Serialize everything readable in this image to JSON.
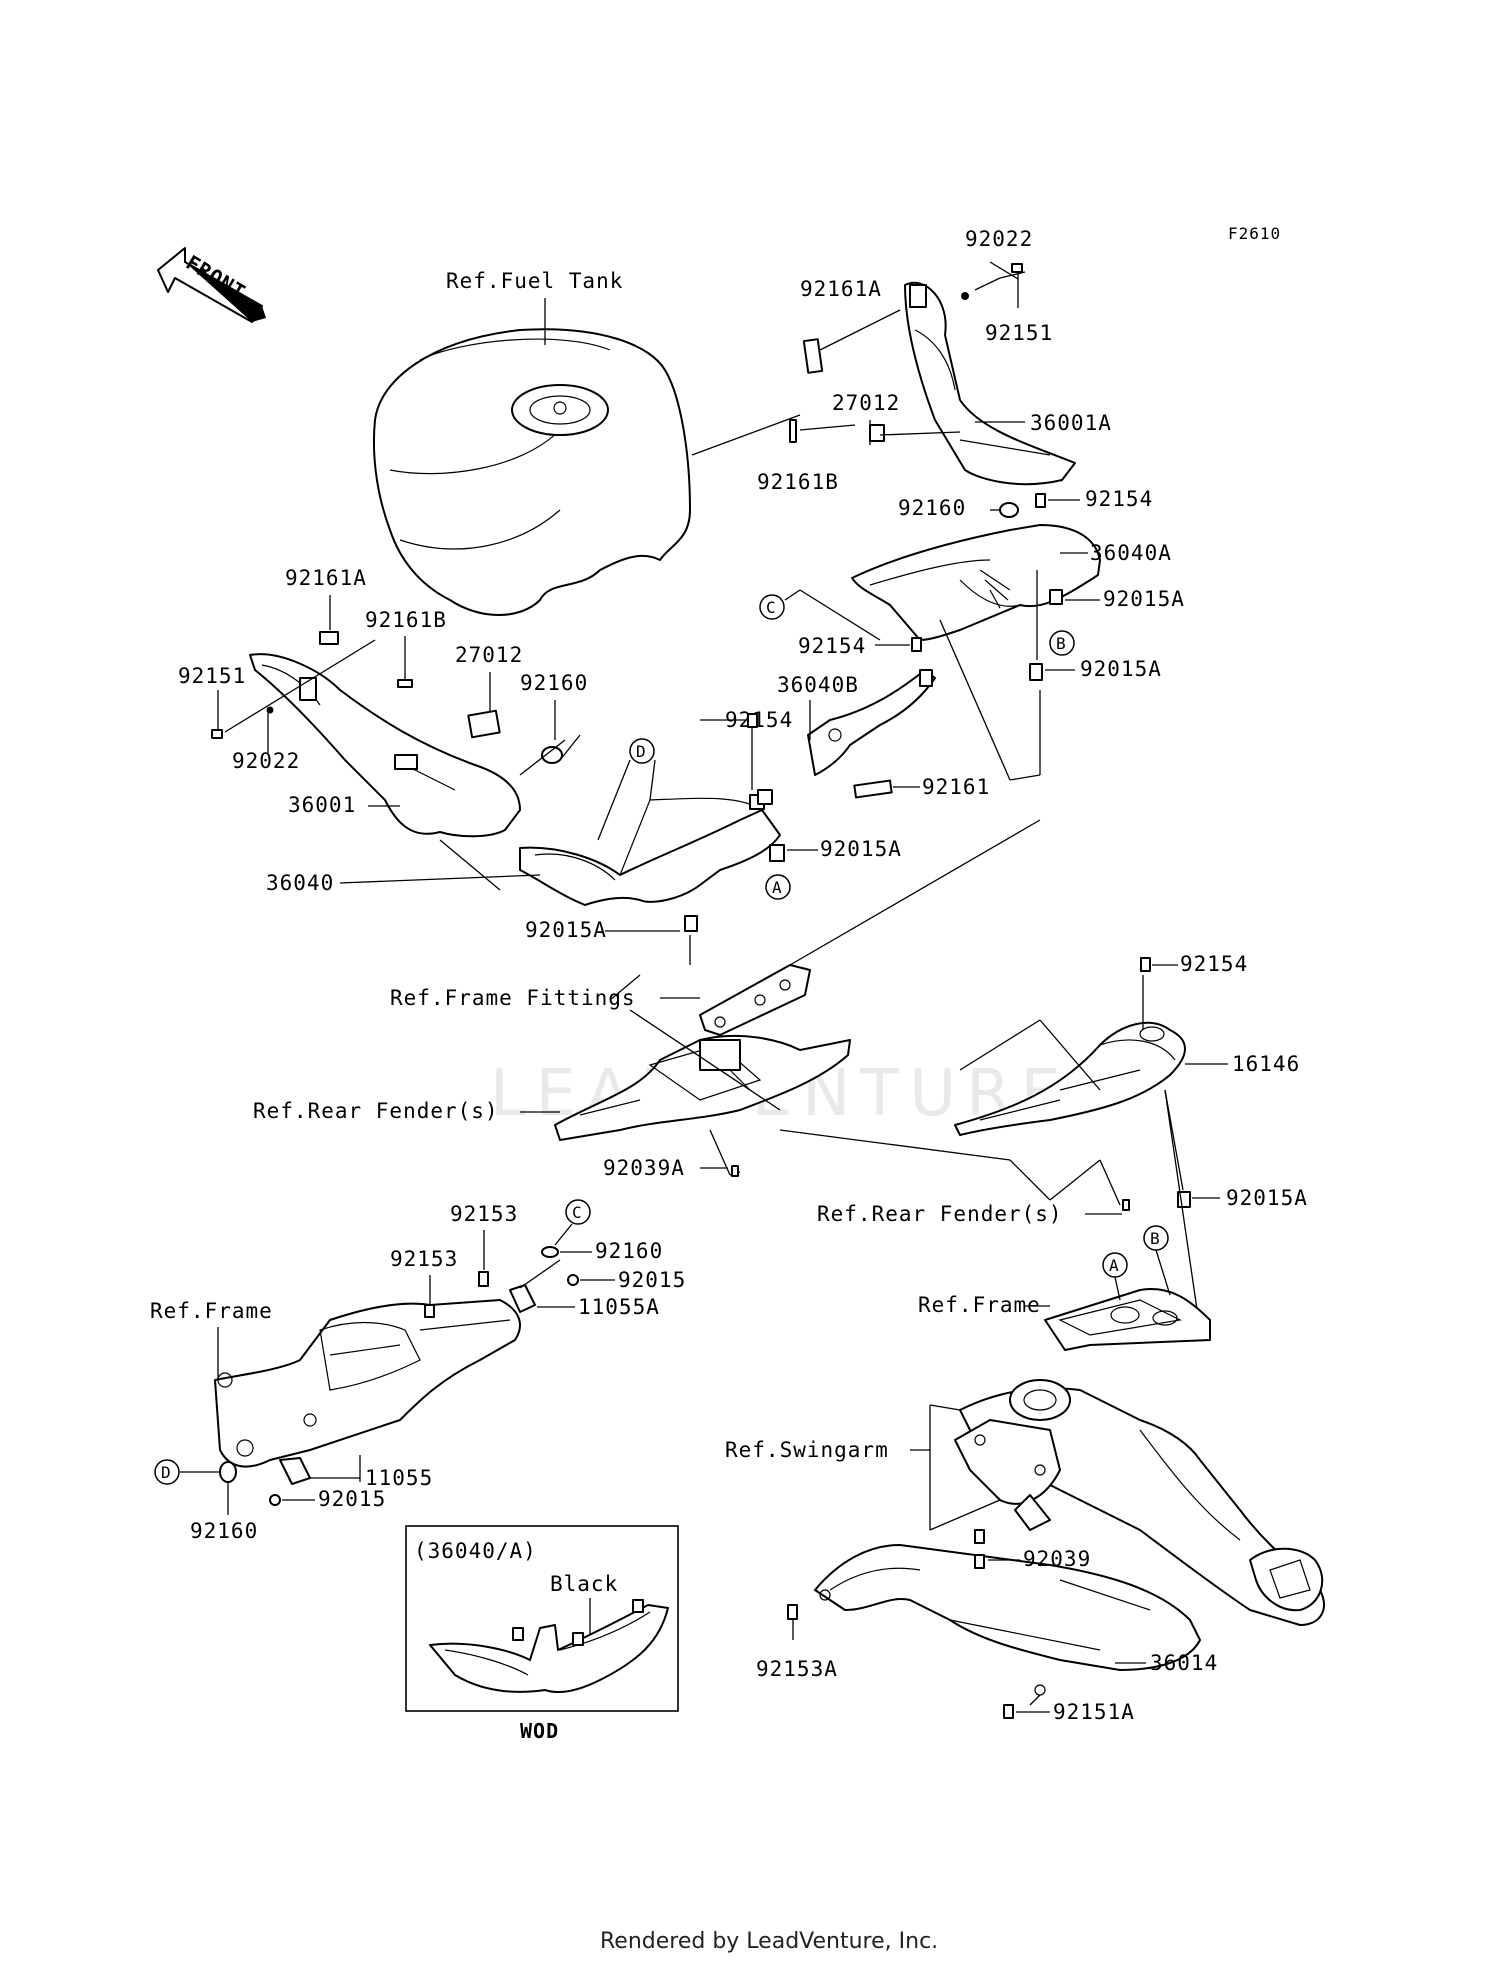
{
  "figure_code": "F2610",
  "front_label": "FRONT",
  "watermark": "LEADVENTURE",
  "footer": "Rendered by LeadVenture, Inc.",
  "refs": {
    "fuel_tank": "Ref.Fuel Tank",
    "frame_fittings": "Ref.Frame Fittings",
    "rear_fender_left": "Ref.Rear Fender(s)",
    "rear_fender_right": "Ref.Rear Fender(s)",
    "frame_left": "Ref.Frame",
    "frame_right": "Ref.Frame",
    "swingarm": "Ref.Swingarm"
  },
  "parts": {
    "p92022_top": "92022",
    "p92161A_top": "92161A",
    "p92151_top": "92151",
    "p27012_top": "27012",
    "p36001A": "36001A",
    "p92161B_top": "92161B",
    "p92160_top": "92160",
    "p92154_top": "92154",
    "p36040A": "36040A",
    "p92015A_1": "92015A",
    "p92154_c": "92154",
    "p92015A_2": "92015A",
    "p36040B": "36040B",
    "p92154_mid": "92154",
    "p92161": "92161",
    "p92015A_3": "92015A",
    "p92161A_left": "92161A",
    "p92161B_left": "92161B",
    "p27012_left": "27012",
    "p92160_left": "92160",
    "p92151_left": "92151",
    "p92022_left": "92022",
    "p36001": "36001",
    "p36040": "36040",
    "p92015A_4": "92015A",
    "p92154_right": "92154",
    "p16146": "16146",
    "p92039A": "92039A",
    "p92015A_5": "92015A",
    "p92153_a": "92153",
    "p92153_b": "92153",
    "p92160_c": "92160",
    "p92015": "92015",
    "p11055A": "11055A",
    "p11055": "11055",
    "p92015_b": "92015",
    "p92160_d": "92160",
    "p92039": "92039",
    "p92153A": "92153A",
    "p36014": "36014",
    "p92151A": "92151A"
  },
  "markers": {
    "A_mid": "A",
    "B_top": "B",
    "C_top": "C",
    "D_mid": "D",
    "C_bottom": "C",
    "D_bottom": "D",
    "A_right": "A",
    "B_right": "B"
  },
  "inset": {
    "code": "(36040/A)",
    "color": "Black",
    "variant": "WOD"
  }
}
